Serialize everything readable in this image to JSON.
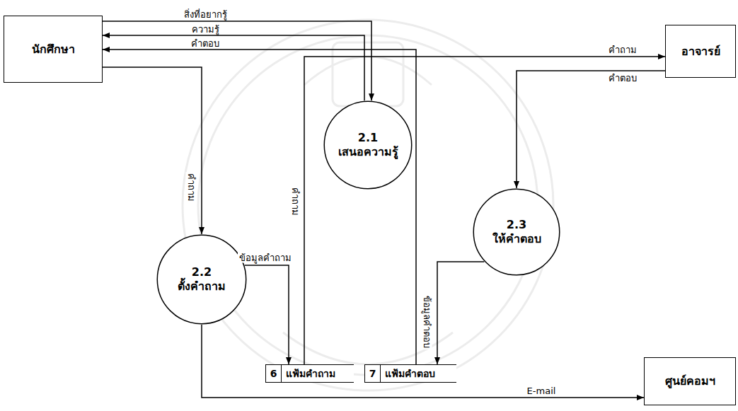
{
  "diagram": {
    "nodes": [
      {
        "text": [
          "นักศึกษา"
        ]
      },
      {
        "text": [
          "อาจารย์"
        ]
      },
      {
        "text": [
          "2.1",
          "เสนอความรู้"
        ]
      },
      {
        "text": [
          "2.2",
          "ตั้งคำถาม"
        ]
      },
      {
        "text": [
          "2.3",
          "ให้คำตอบ"
        ]
      },
      {
        "text": [
          "6",
          "แฟ้มคำถาม"
        ]
      },
      {
        "text": [
          "7",
          "แฟ้มคำตอบ"
        ]
      },
      {
        "text": [
          "ศูนย์คอมฯ"
        ]
      }
    ],
    "edges": [
      {
        "from": 0,
        "to": 2,
        "label": "สิ่งที่อยากรู้",
        "arrow": "to"
      },
      {
        "from": 2,
        "to": 0,
        "label": "ความรู้",
        "arrow": "to"
      },
      {
        "from": 6,
        "to": 0,
        "label": "คำตอบ",
        "arrow": "to"
      },
      {
        "from": 5,
        "to": 1,
        "label": "คำถาม",
        "arrow": "to"
      },
      {
        "from": 1,
        "to": 4,
        "label": "คำตอบ",
        "arrow": "to"
      },
      {
        "from": 0,
        "to": 3,
        "label": "คำถาม",
        "arrow": "to"
      },
      {
        "from": 3,
        "to": 5,
        "label": "ข้อมูลคำถาม",
        "arrow": "to"
      },
      {
        "from": 4,
        "to": 6,
        "label": "ข้อมูลคำตอบ",
        "arrow": "to"
      },
      {
        "from": 3,
        "to": 7,
        "label": "E-mail",
        "arrow": "to"
      }
    ],
    "labels": [
      "คำถาม"
    ]
  }
}
